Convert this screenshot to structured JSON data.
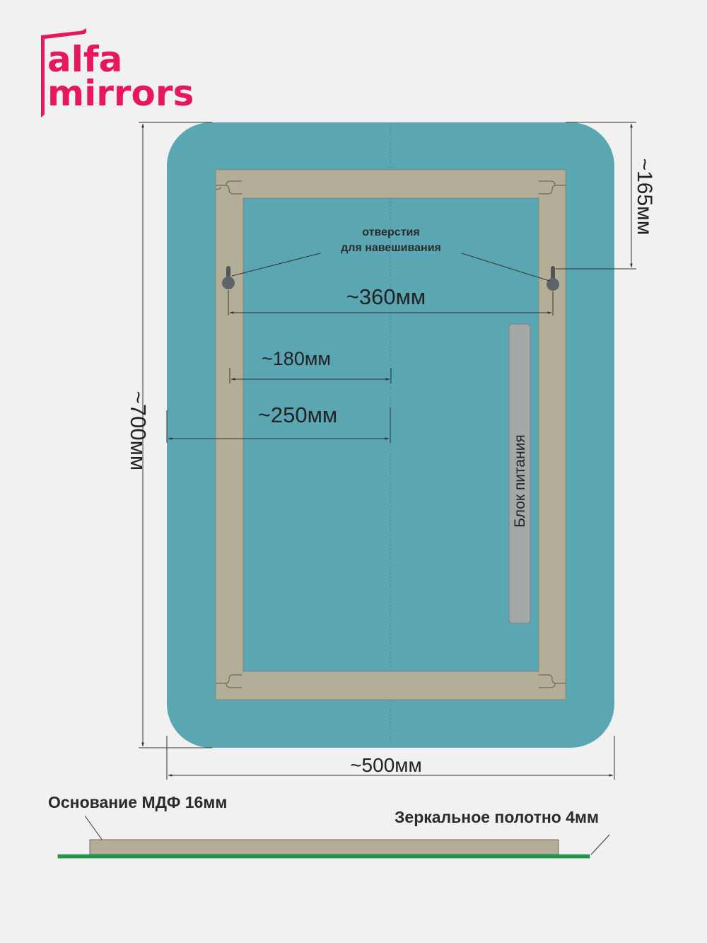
{
  "logo": {
    "line1": "alfa",
    "line2": "mirrors",
    "color": "#e8175d"
  },
  "colors": {
    "mirror": "#5aa7b3",
    "frame": "#b3ae98",
    "power_block": "#a5a8a8",
    "mirror_glass_edge": "#1e9a48",
    "dimension_line": "#333333"
  },
  "dimensions": {
    "height": "~700мм",
    "width": "~500мм",
    "top_offset": "~165мм",
    "hole_spacing": "~360мм",
    "half_frame": "~180мм",
    "half_width": "~250мм"
  },
  "labels": {
    "holes_line1": "отверстия",
    "holes_line2": "для навешивания",
    "power_block": "Блок питания",
    "mdf_base": "Основание МДФ 16мм",
    "mirror_sheet": "Зеркальное полотно 4мм"
  }
}
